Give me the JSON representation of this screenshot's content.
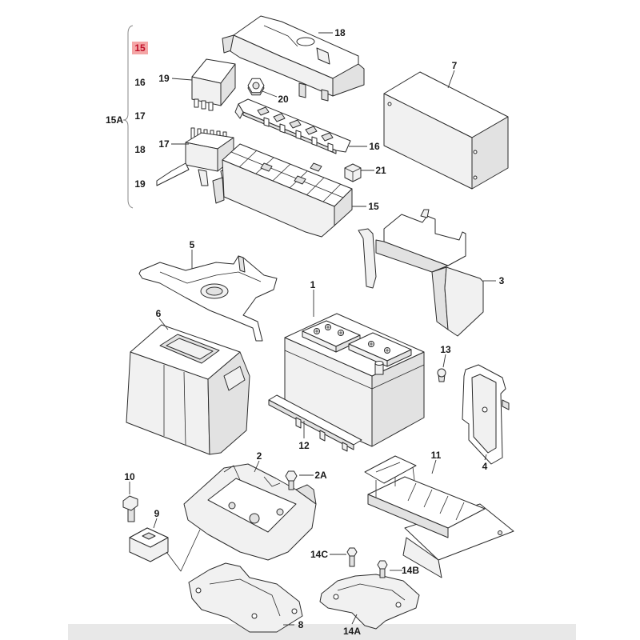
{
  "group": {
    "label": "15A",
    "items": [
      "15",
      "16",
      "17",
      "18",
      "19"
    ]
  },
  "callouts": {
    "c18": "18",
    "c19": "19",
    "c20": "20",
    "c7": "7",
    "c17": "17",
    "c16": "16",
    "c21": "21",
    "c15": "15",
    "c5": "5",
    "c3": "3",
    "c1": "1",
    "c6": "6",
    "c13": "13",
    "c4": "4",
    "c12": "12",
    "c2": "2",
    "c11": "11",
    "c2A": "2A",
    "c10": "10",
    "c9": "9",
    "c14C": "14C",
    "c14B": "14B",
    "c8": "8",
    "c14A": "14A"
  },
  "colors": {
    "highlight_fill": "#f4a6a6",
    "highlight_text": "#c0102a",
    "bottom_band": "#e8e8e8"
  }
}
